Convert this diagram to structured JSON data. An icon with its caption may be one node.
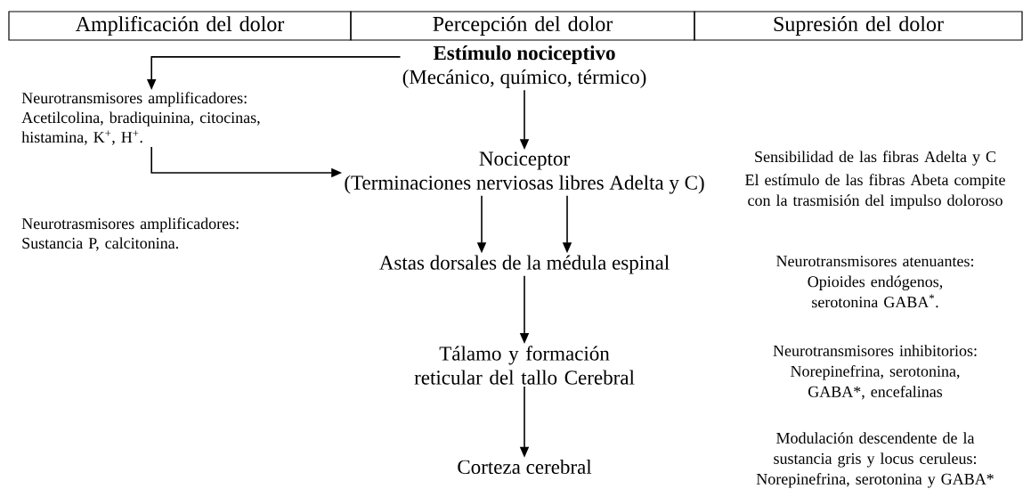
{
  "diagram": {
    "nodes": [
      {
        "text": [
          "Amplificación del dolor"
        ]
      },
      {
        "text": [
          "Percepción del dolor"
        ]
      },
      {
        "text": [
          "Supresión del dolor"
        ]
      },
      {
        "text": [
          "Estímulo nociceptivo",
          "(Mecánico, químico, térmico)"
        ]
      },
      {
        "text": [
          "Neurotransmisores amplificadores: Acetilcolina, bradiquinina, citocinas, histamina, K$^{+}$, H$^{+}$."
        ]
      },
      {
        "text": [
          "Nociceptor",
          "(Terminaciones nerviosas libres Adelta y C)"
        ]
      },
      {
        "text": [
          "Neurotrasmisores amplificadores: Sustancia P, calcitonina."
        ]
      },
      {
        "text": [
          "Astas dorsales de la médula espinal"
        ]
      },
      {
        "text": [
          "Tálamo y formación reticular del tallo Cerebral"
        ]
      },
      {
        "text": [
          "Corteza cerebral"
        ]
      }
    ],
    "edges": [
      {
        "from": 3,
        "to": 4,
        "arrow": "to"
      },
      {
        "from": 3,
        "to": 5,
        "arrow": "to"
      },
      {
        "from": 4,
        "to": 5,
        "arrow": "to"
      },
      {
        "from": 5,
        "to": 7,
        "arrow": "to"
      },
      {
        "from": 5,
        "to": 7,
        "arrow": "to"
      },
      {
        "from": 7,
        "to": 8,
        "arrow": "to"
      },
      {
        "from": 8,
        "to": 9,
        "arrow": "to"
      }
    ],
    "labels": [
      "Sensibilidad de las fibras Adelta y C",
      "El estímulo de las fibras Abeta compite con la trasmisión del impulso doloroso",
      "Neurotransmisores atenuantes: Opioides endógenos, serotonina GABA$^{*}$.",
      "Neurotransmisores inhibitorios: Norepinefrina, serotonina, GABA*, encefalinas",
      "Modulación descendente de la sustancia gris y locus ceruleus: Norepinefrina, serotonina y GABA*"
    ]
  }
}
